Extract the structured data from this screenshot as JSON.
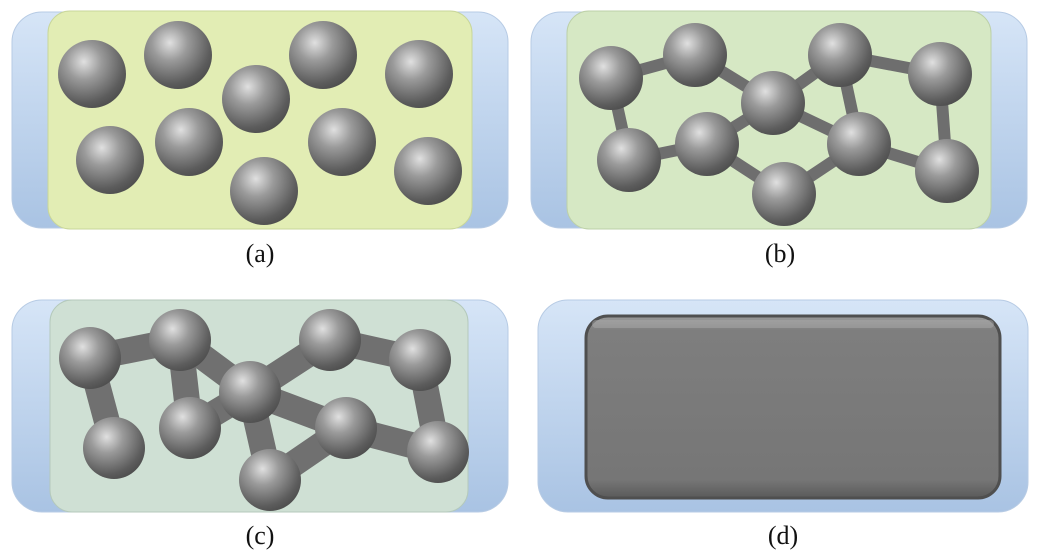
{
  "panels": [
    {
      "caption": "(a)",
      "fill": "particles-only",
      "fill_color": "#e2edb4",
      "tray_color": "#c5d8f0"
    },
    {
      "caption": "(b)",
      "fill": "thin-necks",
      "fill_color": "#d6e8c4",
      "tray_color": "#c5d8f0"
    },
    {
      "caption": "(c)",
      "fill": "thick-necks",
      "fill_color": "#cfe0d4",
      "tray_color": "#c5d8f0"
    },
    {
      "caption": "(d)",
      "fill": "solid-block",
      "fill_color": "#7b7b7b",
      "tray_color": "#c5d8f0"
    }
  ],
  "particle_color": "#808080"
}
